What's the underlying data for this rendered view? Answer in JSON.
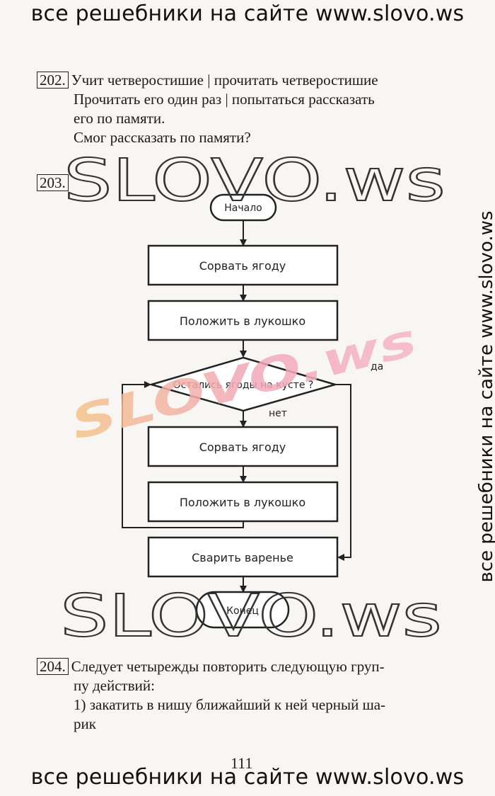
{
  "banners": {
    "top": "все решебники на сайте www.slovo.ws",
    "bottom": "все решебники на сайте www.slovo.ws",
    "side": "все решебники на сайте www.slovo.ws"
  },
  "watermark": {
    "text_top": "SLOVO.ws",
    "text_mid": "SLOVO.ws",
    "text_bottom": "SLOVO.ws"
  },
  "task202": {
    "number": "202.",
    "lines": [
      "Учит четверостишие | прочитать четверостишие",
      "Прочитать его один раз | попытаться рассказать",
      "его по памяти.",
      "Смог рассказать по памяти?"
    ]
  },
  "task203": {
    "number": "203.",
    "flowchart": {
      "start": "Начало",
      "step1": "Сорвать ягоду",
      "step2": "Положить в лукошко",
      "condition": "Остались ягоды на кусте ?",
      "yes_label": "да",
      "no_label": "нет",
      "loop_step1": "Сорвать ягоду",
      "loop_step2": "Положить в лукошко",
      "final_step": "Сварить варенье",
      "end": "Конец"
    }
  },
  "task204": {
    "number": "204.",
    "lines": [
      "Следует четырежды повторить следующую груп-",
      "пу действий:",
      "1) закатить в нишу ближайший к ней черный ша-",
      "рик"
    ]
  },
  "page_number": "111",
  "colors": {
    "line": "#222222",
    "watermark_pink": "#f2a8b8",
    "watermark_peach": "#f5c48a"
  }
}
